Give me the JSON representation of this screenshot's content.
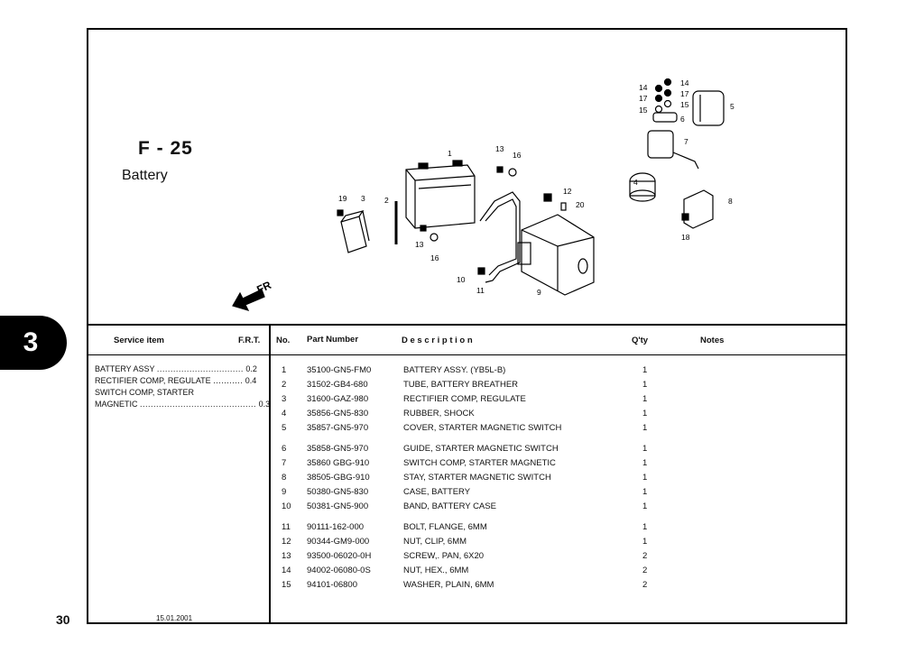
{
  "figure": {
    "code": "F - 25",
    "title": "Battery"
  },
  "section_tab": "3",
  "page_number": "30",
  "date": "15.01.2001",
  "arrow_label": "FR",
  "table_headers": {
    "service_item": "Service item",
    "frt": "F.R.T.",
    "no": "No.",
    "part_number": "Part Number",
    "description": "D e s c r i p t i o n",
    "qty": "Q'ty",
    "notes": "Notes"
  },
  "service_items": [
    {
      "name": "BATTERY ASSY",
      "dots": "................................",
      "frt": "0.2"
    },
    {
      "name": "RECTIFIER COMP, REGULATE",
      "dots": "...........",
      "frt": "0.4"
    },
    {
      "name": "SWITCH COMP, STARTER",
      "dots": "",
      "frt": ""
    },
    {
      "name": "MAGNETIC",
      "dots": "...........................................",
      "frt": "0.3"
    }
  ],
  "parts": [
    {
      "no": "1",
      "part_number": "35100-GN5-FM0",
      "description": "BATTERY ASSY. (YB5L-B)",
      "qty": "1"
    },
    {
      "no": "2",
      "part_number": "31502-GB4-680",
      "description": "TUBE, BATTERY BREATHER",
      "qty": "1"
    },
    {
      "no": "3",
      "part_number": "31600-GAZ-980",
      "description": "RECTIFIER COMP, REGULATE",
      "qty": "1"
    },
    {
      "no": "4",
      "part_number": "35856-GN5-830",
      "description": "RUBBER, SHOCK",
      "qty": "1"
    },
    {
      "no": "5",
      "part_number": "35857-GN5-970",
      "description": "COVER, STARTER MAGNETIC SWITCH",
      "qty": "1"
    },
    {
      "no": "6",
      "part_number": "35858-GN5-970",
      "description": "GUIDE, STARTER MAGNETIC SWITCH",
      "qty": "1"
    },
    {
      "no": "7",
      "part_number": "35860 GBG-910",
      "description": "SWITCH COMP, STARTER MAGNETIC",
      "qty": "1"
    },
    {
      "no": "8",
      "part_number": "38505-GBG-910",
      "description": "STAY, STARTER MAGNETIC SWITCH",
      "qty": "1"
    },
    {
      "no": "9",
      "part_number": "50380-GN5-830",
      "description": "CASE, BATTERY",
      "qty": "1"
    },
    {
      "no": "10",
      "part_number": "50381-GN5-900",
      "description": "BAND, BATTERY CASE",
      "qty": "1"
    },
    {
      "no": "11",
      "part_number": "90111-162-000",
      "description": "BOLT, FLANGE, 6MM",
      "qty": "1"
    },
    {
      "no": "12",
      "part_number": "90344-GM9-000",
      "description": "NUT, CLIP, 6MM",
      "qty": "1"
    },
    {
      "no": "13",
      "part_number": "93500-06020-0H",
      "description": "SCREW,. PAN, 6X20",
      "qty": "2"
    },
    {
      "no": "14",
      "part_number": "94002-06080-0S",
      "description": "NUT, HEX., 6MM",
      "qty": "2"
    },
    {
      "no": "15",
      "part_number": "94101-06800",
      "description": "WASHER, PLAIN, 6MM",
      "qty": "2"
    }
  ],
  "callouts": [
    "1",
    "2",
    "3",
    "4",
    "5",
    "6",
    "7",
    "8",
    "9",
    "10",
    "11",
    "12",
    "13",
    "13",
    "14",
    "14",
    "15",
    "15",
    "16",
    "16",
    "17",
    "17",
    "18",
    "19",
    "20"
  ]
}
